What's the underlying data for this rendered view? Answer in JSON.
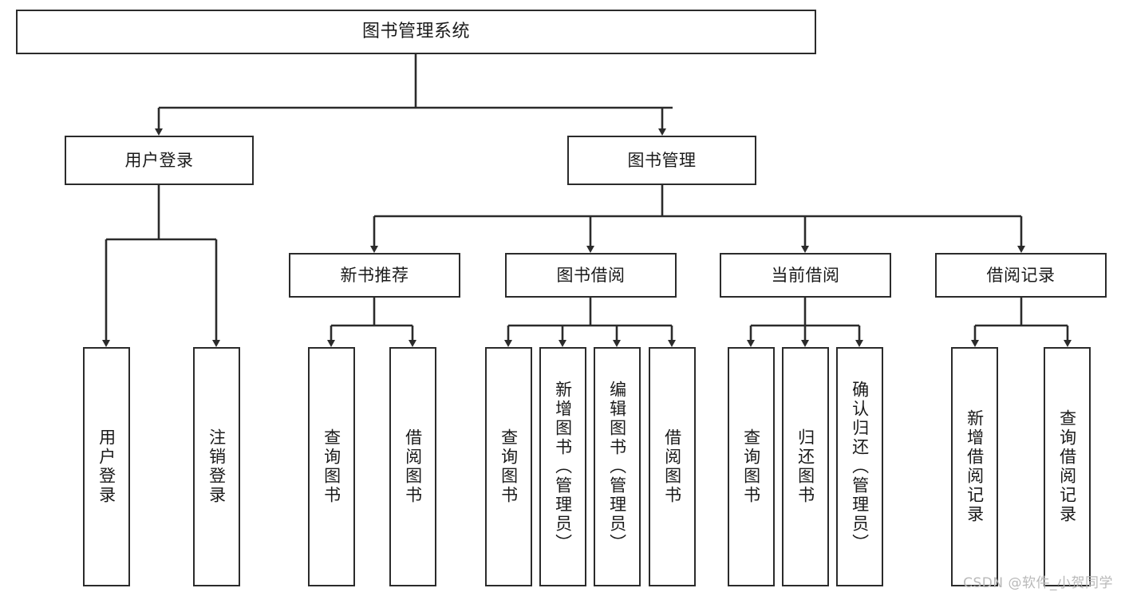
{
  "diagram": {
    "title": "图书管理系统",
    "watermark": "CSDN @软件_小贺同学",
    "colors": {
      "stroke": "#2b2b2b",
      "fill": "#ffffff",
      "text": "#1a1a1a",
      "watermark": "#b9b9b9"
    },
    "levels": {
      "root": {
        "label": "图书管理系统"
      },
      "level1": [
        {
          "label": "用户登录"
        },
        {
          "label": "图书管理"
        }
      ],
      "level2": [
        {
          "label": "新书推荐"
        },
        {
          "label": "图书借阅"
        },
        {
          "label": "当前借阅"
        },
        {
          "label": "借阅记录"
        }
      ]
    },
    "leaves": {
      "user_login": [
        {
          "label": "用户登录"
        },
        {
          "label": "注销登录"
        }
      ],
      "new_book_recommend": [
        {
          "label": "查询图书"
        },
        {
          "label": "借阅图书"
        }
      ],
      "book_borrow": [
        {
          "label": "查询图书"
        },
        {
          "label": "新增图书（管理员）"
        },
        {
          "label": "编辑图书（管理员）"
        },
        {
          "label": "借阅图书"
        }
      ],
      "current_borrow": [
        {
          "label": "查询图书"
        },
        {
          "label": "归还图书"
        },
        {
          "label": "确认归还（管理员）"
        }
      ],
      "borrow_record": [
        {
          "label": "新增借阅记录"
        },
        {
          "label": "查询借阅记录"
        }
      ]
    }
  }
}
